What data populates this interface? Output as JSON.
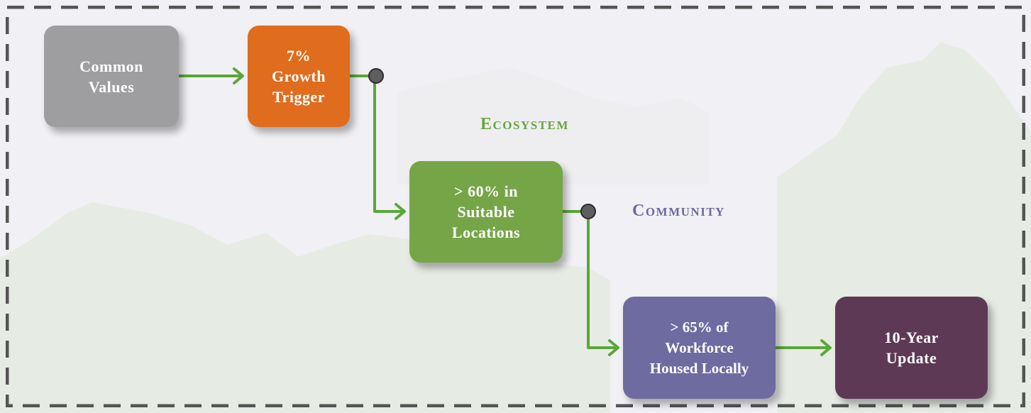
{
  "flow": {
    "common_values": "Common\nValues",
    "growth_trigger": "7%\nGrowth\nTrigger",
    "suitable_locations": "> 60% in\nSuitable\nLocations",
    "workforce_housed": "> 65% of\nWorkforce\nHoused Locally",
    "ten_year_update": "10-Year\nUpdate"
  },
  "labels": {
    "ecosystem": "Ecosystem",
    "community": "Community"
  },
  "colors": {
    "common_values": "#9e9ea1",
    "growth_trigger": "#e06c1d",
    "suitable_locations": "#76a548",
    "workforce_housed": "#6e6ba1",
    "ten_year_update": "#5e3956",
    "connector_green": "#5aa63b",
    "frame_dash": "#555555"
  }
}
